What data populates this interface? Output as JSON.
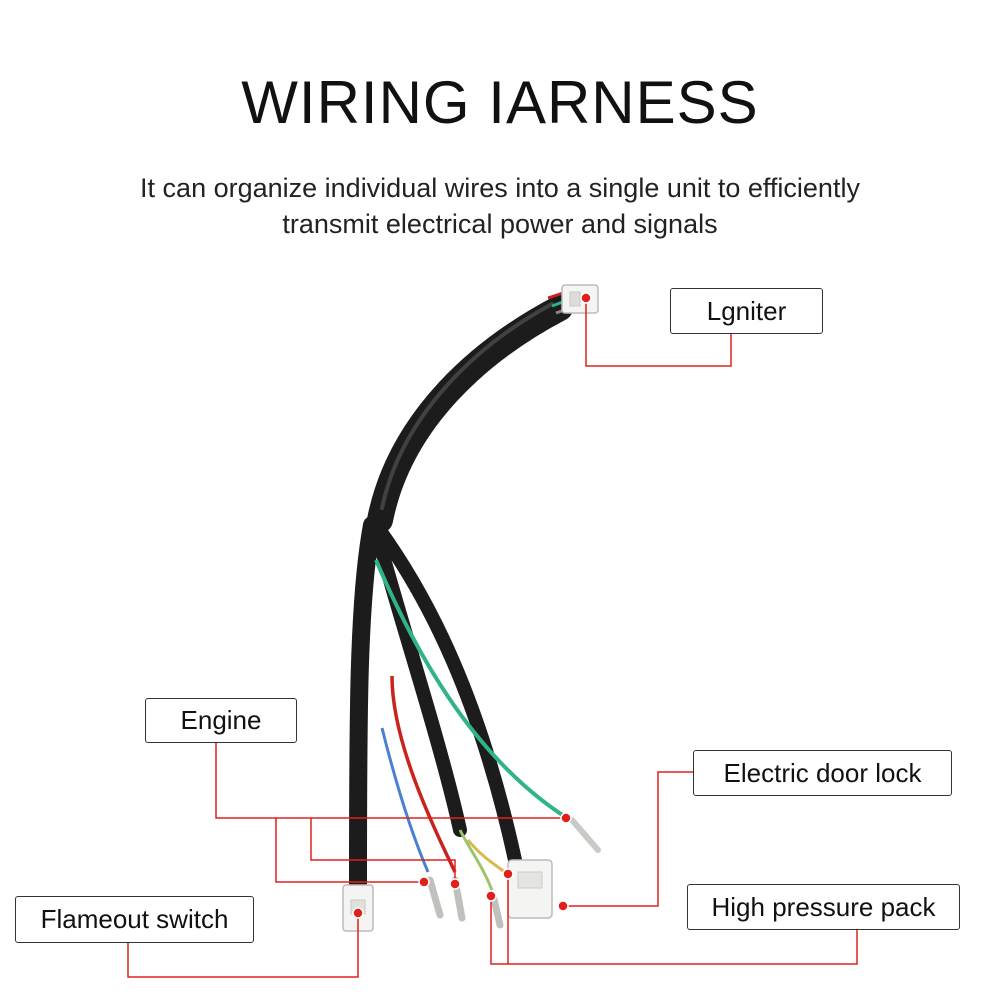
{
  "header": {
    "title": "WIRING IARNESS",
    "subtitle_line1": "It can organize individual wires into a single unit to efficiently",
    "subtitle_line2": "transmit electrical power and signals"
  },
  "labels": {
    "igniter": "Lgniter",
    "engine": "Engine",
    "electric_door_lock": "Electric door lock",
    "flameout_switch": "Flameout switch",
    "high_pressure_pack": "High pressure pack"
  },
  "colors": {
    "leader_line": "#e0201b",
    "marker_dot": "#e0201b",
    "sheath": "#1c1c1c",
    "wire_green": "#2fb38a",
    "wire_red": "#c8231c",
    "wire_blue": "#4a7fd1",
    "connector": "#f4f4f2"
  }
}
